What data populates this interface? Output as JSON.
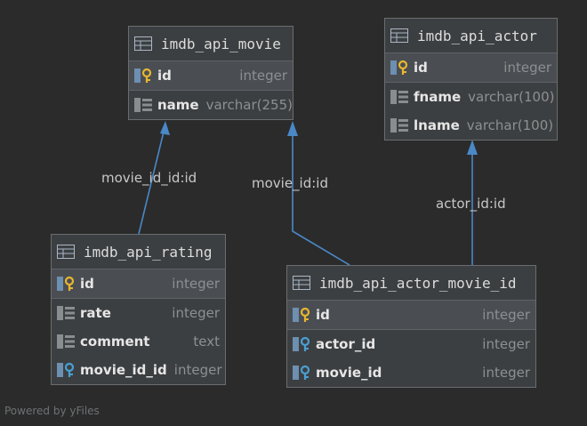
{
  "tables": {
    "movie": {
      "name": "imdb_api_movie",
      "columns": [
        {
          "name": "id",
          "type": "integer"
        },
        {
          "name": "name",
          "type": "varchar(255)"
        }
      ]
    },
    "actor": {
      "name": "imdb_api_actor",
      "columns": [
        {
          "name": "id",
          "type": "integer"
        },
        {
          "name": "fname",
          "type": "varchar(100)"
        },
        {
          "name": "lname",
          "type": "varchar(100)"
        }
      ]
    },
    "rating": {
      "name": "imdb_api_rating",
      "columns": [
        {
          "name": "id",
          "type": "integer"
        },
        {
          "name": "rate",
          "type": "integer"
        },
        {
          "name": "comment",
          "type": "text"
        },
        {
          "name": "movie_id_id",
          "type": "integer"
        }
      ]
    },
    "actor_movie": {
      "name": "imdb_api_actor_movie_id",
      "columns": [
        {
          "name": "id",
          "type": "integer"
        },
        {
          "name": "actor_id",
          "type": "integer"
        },
        {
          "name": "movie_id",
          "type": "integer"
        }
      ]
    }
  },
  "relations": {
    "rating_movie": "movie_id_id:id",
    "actor_movie_movie": "movie_id:id",
    "actor_movie_actor": "actor_id:id"
  },
  "footer": "Powered by yFiles",
  "colors": {
    "edge": "#4a88c7",
    "key": "#e8b62f",
    "fk": "#4a9fd4"
  }
}
